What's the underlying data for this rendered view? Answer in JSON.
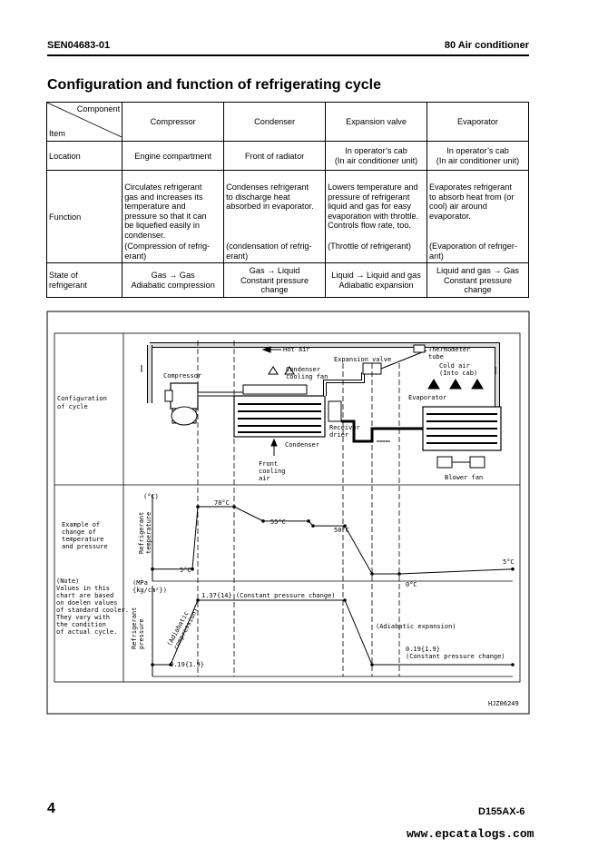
{
  "header": {
    "doc_code": "SEN04683-01",
    "section": "80 Air conditioner"
  },
  "title": "Configuration and function of refrigerating cycle",
  "table": {
    "corner_component": "Component",
    "corner_item": "Item",
    "columns": [
      "Compressor",
      "Condenser",
      "Expansion valve",
      "Evaporator"
    ],
    "location": {
      "label": "Location",
      "values": [
        "Engine compartment",
        "Front of radiator",
        "In operator’s cab\n(In air conditioner unit)",
        "In operator’s cab\n(In air conditioner unit)"
      ]
    },
    "function": {
      "label": "Function",
      "values": [
        "Circulates refrigerant\ngas and increases its\ntemperature and\npressure so that it can\nbe liquefied easily in\ncondenser.",
        "Condenses refrigerant\nto discharge heat\nabsorbed in evaporator.",
        "Lowers temperature and\npressure of refrigerant\nliquid and gas for easy\nevaporation with throttle.\nControls flow rate, too.",
        "Evaporates refrigerant\nto absorb heat from (or\ncool) air around\nevaporator."
      ],
      "notes": [
        "(Compression of refrig-\nerant)",
        "(condensation of refrig-\nerant)",
        "(Throttle of refrigerant)",
        "(Evaporation of refriger-\nant)"
      ]
    },
    "state": {
      "label": "State of\nrefrigerant",
      "values": [
        "Gas → Gas\nAdiabatic compression",
        "Gas → Liquid\nConstant pressure\nchange",
        "Liquid → Liquid and gas\nAdiabatic expansion",
        "Liquid and gas → Gas\nConstant pressure\nchange"
      ]
    }
  },
  "figure": {
    "row1_label": "Configuration\nof cycle",
    "row2_label": "Example of\nchange of\ntemperature\nand pressure",
    "note": "(Note)\nValues in this\nchart are based\non doelen values\nof standard cooler.\nThey vary with\nthe condition\nof actual cycle.",
    "labels": {
      "hot_air": "Hot air",
      "expansion_valve": "Expansion valve",
      "thermometer_tube": "Thermometer\ntube",
      "compressor": "Compressor",
      "condenser_fan": "Condenser\ncooling fan",
      "cold_air": "Cold air\n(Into cab)",
      "evaporator": "Evaporator",
      "receiver_drier": "Receiver\ndrier",
      "condenser": "Condenser",
      "front_air": "Front\ncooling\nair",
      "blower_fan": "Blower fan"
    },
    "temp_axis_unit": "(°C)",
    "temp_axis_label": "Refrigerant\ntemperature",
    "press_axis_unit": "(MPa\n{kg/cm²})",
    "press_axis_label": "Refrigerant\npressure",
    "temp_points": [
      "70°C",
      "55°C",
      "50°C",
      "5°C",
      "0°C",
      "5°C"
    ],
    "press_high": "1.37{14} (Constant pressure change)",
    "press_low_1": "0.19{1.9}",
    "press_low_2": "0.19{1.9}\n(Constant pressure change)",
    "adiabatic_compression": "(Adiabatic\ncompression)",
    "adiabatic_expansion": "(Adiabatic expansion)",
    "fig_code": "HJZ06249"
  },
  "chart_data": [
    {
      "type": "line",
      "title": "",
      "ylabel": "Refrigerant temperature (°C)",
      "series": [
        {
          "name": "",
          "labels": [
            "5°C",
            "70°C",
            "55°C",
            "50°C",
            "0°C",
            "5°C"
          ],
          "values": [
            5,
            70,
            55,
            50,
            0,
            5
          ]
        }
      ]
    },
    {
      "type": "line",
      "title": "",
      "ylabel": "Refrigerant pressure (MPa {kg/cm²})",
      "series": [
        {
          "name": "",
          "labels": [
            "0.19{1.9}",
            "1.37{14}",
            "0.19{1.9}"
          ],
          "values": [
            0.19,
            1.37,
            0.19
          ]
        }
      ]
    }
  ],
  "footer": {
    "page": "4",
    "model": "D155AX-6",
    "url": "www.epcatalogs.com"
  }
}
